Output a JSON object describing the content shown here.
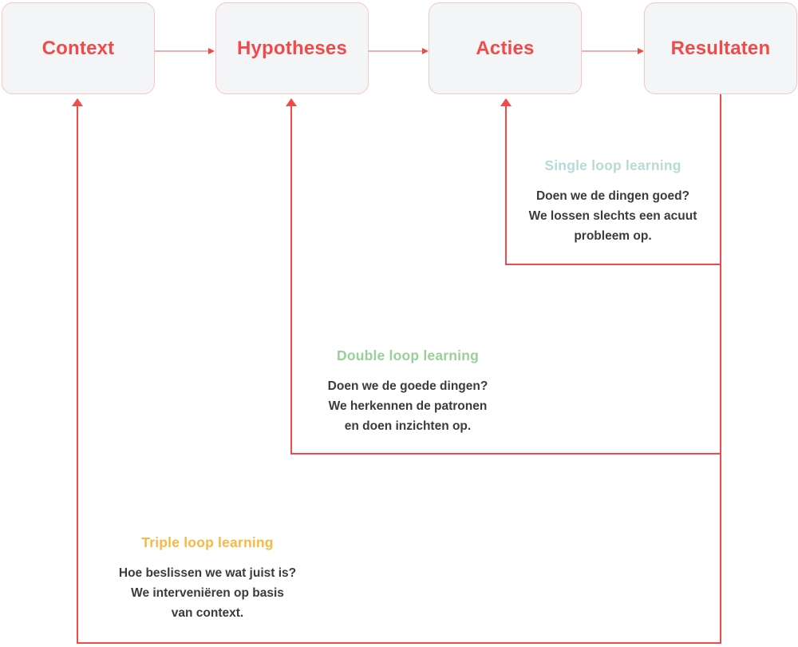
{
  "colors": {
    "red": "#ef4b4b",
    "box_bg": "#f4f5f7",
    "box_border": "#f8c5c2",
    "connector_line": "#f2aeae",
    "single_loop": "#b7dad7",
    "double_loop": "#98d198",
    "triple_loop": "#f8b843",
    "body_text": "#3b3b3b"
  },
  "boxes": [
    {
      "label": "Context"
    },
    {
      "label": "Hypotheses"
    },
    {
      "label": "Acties"
    },
    {
      "label": "Resultaten"
    }
  ],
  "loops": [
    {
      "title": "Single loop learning",
      "lines": [
        "Doen we de dingen goed?",
        "We lossen slechts een acuut",
        "probleem op."
      ]
    },
    {
      "title": "Double loop learning",
      "lines": [
        "Doen we de goede dingen?",
        "We herkennen de patronen",
        "en doen inzichten op."
      ]
    },
    {
      "title": "Triple loop learning",
      "lines": [
        "Hoe beslissen we wat juist is?",
        "We interveniëren op basis",
        "van context."
      ]
    }
  ]
}
